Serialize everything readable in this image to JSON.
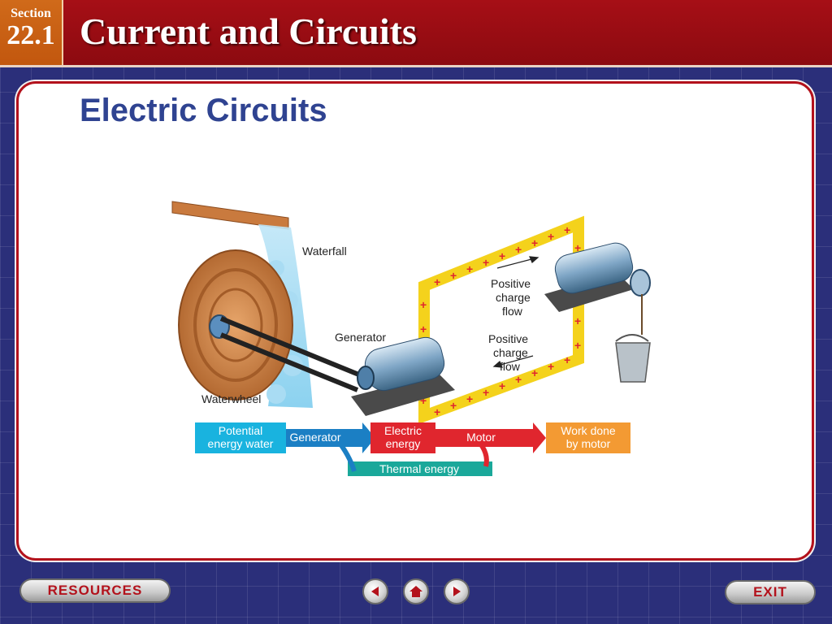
{
  "header": {
    "section_label": "Section",
    "section_number": "22.1",
    "chapter_title": "Current and Circuits"
  },
  "slide": {
    "title": "Electric Circuits"
  },
  "diagram": {
    "labels": {
      "waterfall": "Waterfall",
      "generator": "Generator",
      "waterwheel": "Waterwheel",
      "positive_top": [
        "Positive",
        "charge",
        "flow"
      ],
      "positive_bottom": [
        "Positive",
        "charge",
        "flow"
      ]
    },
    "flow": {
      "potential": [
        "Potential",
        "energy water"
      ],
      "generator": "Generator",
      "electric": [
        "Electric",
        "energy"
      ],
      "motor": "Motor",
      "work": [
        "Work done",
        "by motor"
      ],
      "thermal": "Thermal energy"
    },
    "colors": {
      "potential": "#19b3df",
      "electric": "#e0262e",
      "work": "#f39a33",
      "thermal": "#1aa89a",
      "wire": "#f4d21c",
      "plus": "#e0262e"
    }
  },
  "footer": {
    "resources_label": "RESOURCES",
    "exit_label": "EXIT",
    "icons": [
      "previous-icon",
      "home-icon",
      "next-icon"
    ]
  }
}
